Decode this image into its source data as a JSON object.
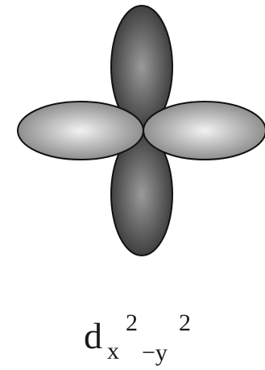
{
  "orbital": {
    "label_main": "d",
    "label_sub_x": "x",
    "label_sup_x": "2",
    "label_sub_minus_y": "−y",
    "label_sup_y": "2"
  },
  "colors": {
    "vertical_lobe_dark": "#2e2e2e",
    "vertical_lobe_light": "#9a9a9a",
    "horizontal_lobe_dark": "#7a7a7a",
    "horizontal_lobe_light": "#f2f2f2",
    "outline": "#111111"
  }
}
